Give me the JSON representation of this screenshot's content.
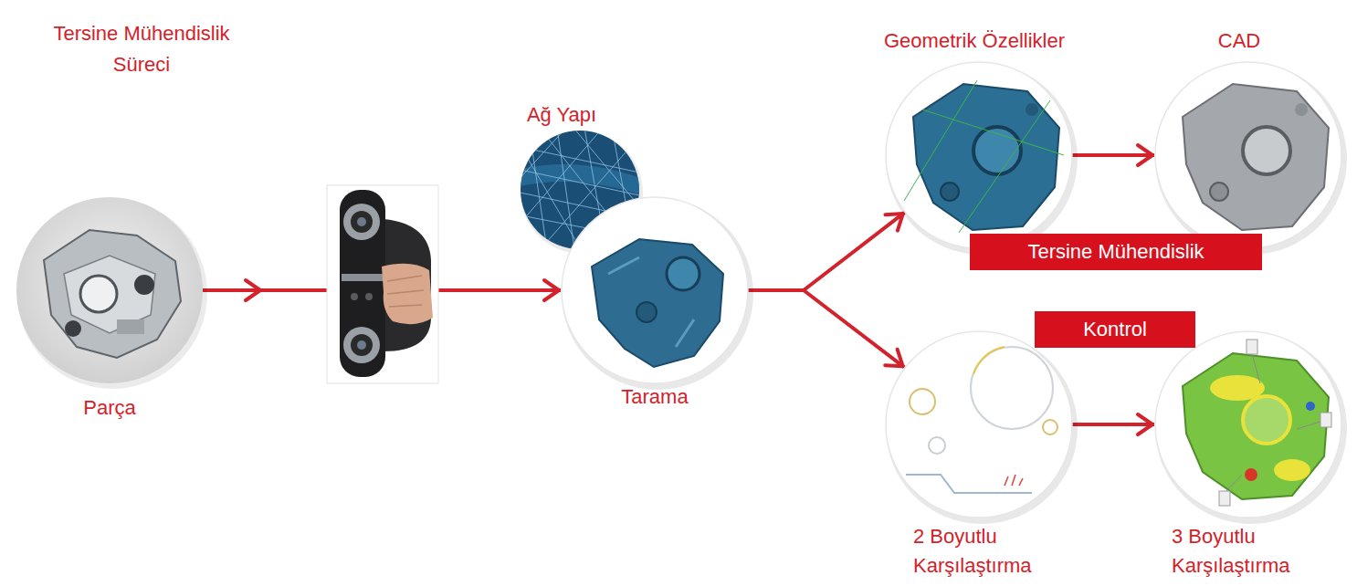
{
  "diagram": {
    "title": "Tersine Mühendislik Süreci",
    "nodes": [
      {
        "text": [
          "Parça"
        ]
      },
      {
        "text": [
          "Ağ Yapı"
        ]
      },
      {
        "text": [
          "Tarama"
        ]
      },
      {
        "text": [
          "Geometrik Özellikler"
        ]
      },
      {
        "text": [
          "CAD"
        ]
      },
      {
        "text": [
          "Tersine Mühendislik"
        ]
      },
      {
        "text": [
          "Kontrol"
        ]
      },
      {
        "text": [
          "2 Boyutlu Karşılaştırma"
        ]
      },
      {
        "text": [
          "3 Boyutlu Karşılaştırma"
        ]
      }
    ],
    "edges": [
      {
        "from": 0,
        "to": 2,
        "arrow": "to"
      },
      {
        "from": 2,
        "to": 3,
        "arrow": "to"
      },
      {
        "from": 2,
        "to": 7,
        "arrow": "to"
      },
      {
        "from": 3,
        "to": 4,
        "arrow": "to"
      },
      {
        "from": 7,
        "to": 8,
        "arrow": "to"
      }
    ]
  }
}
